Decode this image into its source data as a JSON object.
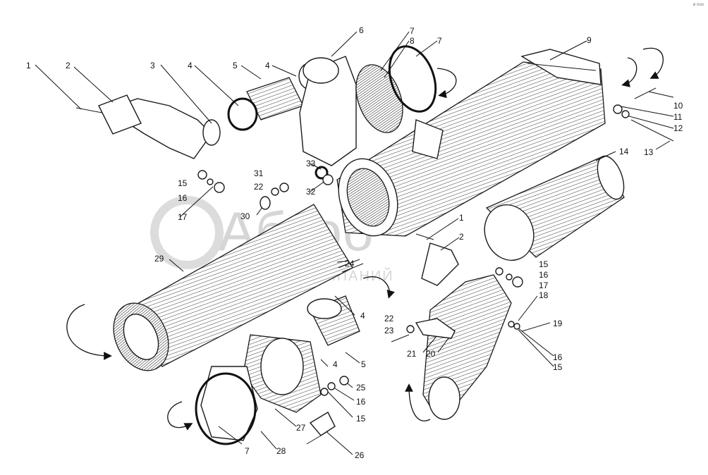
{
  "watermark": {
    "logo_text": "Абтоб",
    "subtitle": "ГРУППА КОМПАНИЙ"
  },
  "corner_mark": "ø ooo",
  "callouts": [
    {
      "id": "c1",
      "label": "1"
    },
    {
      "id": "c2",
      "label": "2"
    },
    {
      "id": "c3",
      "label": "3"
    },
    {
      "id": "c4a",
      "label": "4"
    },
    {
      "id": "c5a",
      "label": "5"
    },
    {
      "id": "c4b",
      "label": "4"
    },
    {
      "id": "c6",
      "label": "6"
    },
    {
      "id": "c7a",
      "label": "7"
    },
    {
      "id": "c8",
      "label": "8"
    },
    {
      "id": "c7b",
      "label": "7"
    },
    {
      "id": "c9",
      "label": "9"
    },
    {
      "id": "c10",
      "label": "10"
    },
    {
      "id": "c11",
      "label": "11"
    },
    {
      "id": "c12",
      "label": "12"
    },
    {
      "id": "c13",
      "label": "13"
    },
    {
      "id": "c14",
      "label": "14"
    },
    {
      "id": "c15a",
      "label": "15"
    },
    {
      "id": "c16a",
      "label": "16"
    },
    {
      "id": "c17a",
      "label": "17"
    },
    {
      "id": "c31",
      "label": "31"
    },
    {
      "id": "c22a",
      "label": "22"
    },
    {
      "id": "c30",
      "label": "30"
    },
    {
      "id": "c33",
      "label": "33"
    },
    {
      "id": "c32",
      "label": "32"
    },
    {
      "id": "c1b",
      "label": "1"
    },
    {
      "id": "c2b",
      "label": "2"
    },
    {
      "id": "c29",
      "label": "29"
    },
    {
      "id": "c24",
      "label": "24"
    },
    {
      "id": "c15b",
      "label": "15"
    },
    {
      "id": "c16b",
      "label": "16"
    },
    {
      "id": "c17b",
      "label": "17"
    },
    {
      "id": "c18",
      "label": "18"
    },
    {
      "id": "c4c",
      "label": "4"
    },
    {
      "id": "c22b",
      "label": "22"
    },
    {
      "id": "c23",
      "label": "23"
    },
    {
      "id": "c19",
      "label": "19"
    },
    {
      "id": "c21",
      "label": "21"
    },
    {
      "id": "c20",
      "label": "20"
    },
    {
      "id": "c16c",
      "label": "16"
    },
    {
      "id": "c15c",
      "label": "15"
    },
    {
      "id": "c4d",
      "label": "4"
    },
    {
      "id": "c5b",
      "label": "5"
    },
    {
      "id": "c25",
      "label": "25"
    },
    {
      "id": "c16d",
      "label": "16"
    },
    {
      "id": "c15d",
      "label": "15"
    },
    {
      "id": "c27",
      "label": "27"
    },
    {
      "id": "c7c",
      "label": "7"
    },
    {
      "id": "c28",
      "label": "28"
    },
    {
      "id": "c26",
      "label": "26"
    }
  ]
}
